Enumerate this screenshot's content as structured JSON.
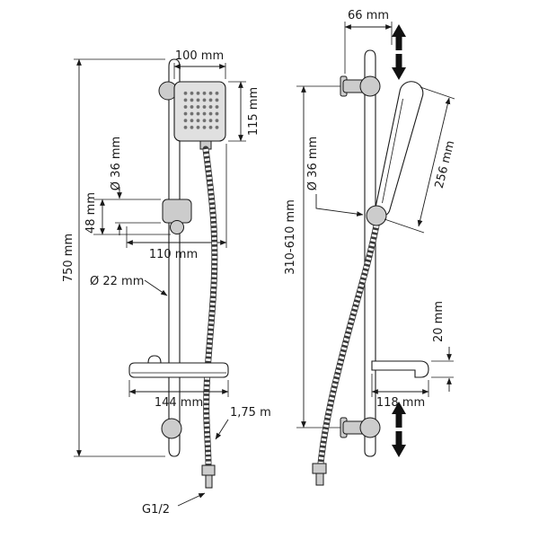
{
  "page": {
    "background": "#ffffff"
  },
  "colors": {
    "line": "#1a1a1a",
    "metal_fill": "#cccccc",
    "hose_dark": "#3a3a3a"
  },
  "front_view": {
    "dims": {
      "head_width": "100 mm",
      "head_height": "115 mm",
      "holder_diameter": "Ø 36 mm",
      "holder_height": "48 mm",
      "holder_reach": "110 mm",
      "rail_diameter": "Ø 22 mm",
      "rail_length": "750 mm",
      "shelf_width": "144 mm",
      "hose_length": "1,75 m",
      "connection_thread": "G1/2"
    }
  },
  "side_view": {
    "dims": {
      "wall_offset": "66 mm",
      "holder_diameter": "Ø 36 mm",
      "slide_range": "310-610 mm",
      "handshower_length": "256 mm",
      "shelf_height": "20 mm",
      "shelf_depth": "118 mm"
    }
  }
}
